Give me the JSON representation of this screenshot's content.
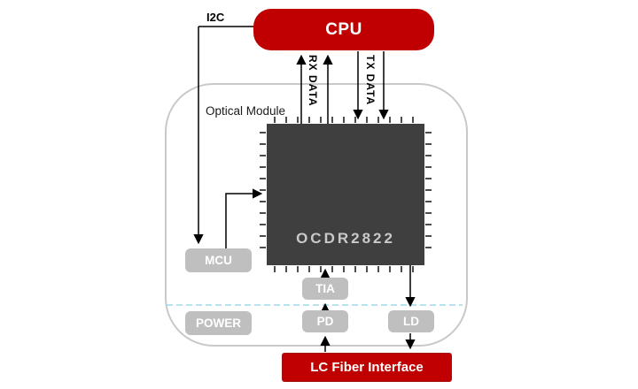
{
  "diagram": {
    "cpu": "CPU",
    "i2c": "I2C",
    "module_label": "Optical Module",
    "rx": "RX DATA",
    "tx": "TX DATA",
    "chip_name": "OCDR2822",
    "mcu": "MCU",
    "tia": "TIA",
    "pd": "PD",
    "ld": "LD",
    "power": "POWER",
    "lc": "LC Fiber Interface"
  },
  "colors": {
    "accent_red": "#c00000",
    "gray_block": "#bfbfbf",
    "chip_body": "#3f3f3f",
    "chip_text": "#c9c9c9",
    "module_border": "#c9c9c9",
    "dashed_divider_blue": "#9fd8e8",
    "wire_black": "#000000"
  }
}
